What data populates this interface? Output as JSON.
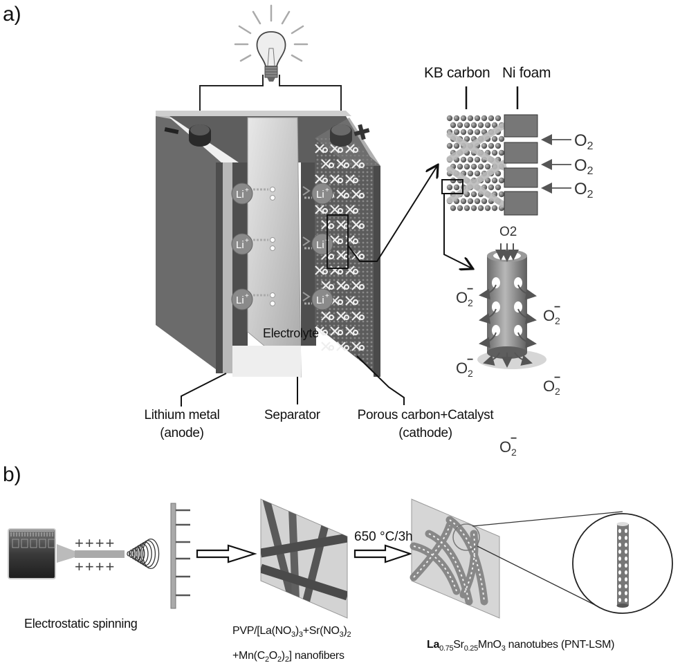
{
  "panels": {
    "a": {
      "label": "a)",
      "cell": {
        "negative_sign": "−",
        "positive_sign": "+",
        "ion_label": "Li",
        "ion_charge": "+",
        "electrolyte_label": "Electrolyte"
      },
      "callouts": {
        "anode_line1": "Lithium metal",
        "anode_line2": "(anode)",
        "separator": "Separator",
        "cathode_line1": "Porous carbon+Catalyst",
        "cathode_line2": "(cathode)"
      },
      "inset_electrode": {
        "kb_carbon": "KB carbon",
        "ni_foam": "Ni foam",
        "gas_inputs": [
          {
            "base": "O",
            "sub": "2"
          },
          {
            "base": "O",
            "sub": "2"
          },
          {
            "base": "O",
            "sub": "2"
          }
        ]
      },
      "inset_tube": {
        "input": {
          "base": "O",
          "sub": "2"
        },
        "outputs": [
          {
            "base": "O",
            "sub": "2",
            "sup": "−"
          },
          {
            "base": "O",
            "sub": "2",
            "sup": "−"
          },
          {
            "base": "O",
            "sub": "2",
            "sup": "−"
          },
          {
            "base": "O",
            "sub": "2",
            "sup": "−"
          },
          {
            "base": "O",
            "sub": "2",
            "sup": "−"
          }
        ]
      }
    },
    "b": {
      "label": "b)",
      "spinning": {
        "charges_top": "++++",
        "charges_bottom": "++++",
        "caption": "Electrostatic spinning"
      },
      "calcination": {
        "condition": "650 °C/3h"
      },
      "nanofibers_caption": {
        "line1_parts": [
          "PVP/[La(NO",
          "3",
          ")",
          "3",
          "+Sr(NO",
          "3",
          ")",
          "2"
        ],
        "line2_parts": [
          "+Mn(C",
          "2",
          "O",
          "2",
          ")",
          "2",
          "] nanofibers"
        ]
      },
      "nanotubes_caption": {
        "parts": [
          "La",
          "0.75",
          "Sr",
          "0.25",
          "MnO",
          "3",
          " nanotubes (PNT-LSM)"
        ]
      }
    }
  },
  "colors": {
    "background": "#ffffff",
    "dark_gray": "#5a5a5a",
    "mid_gray": "#8c8c8c",
    "light_gray": "#d9d9d9",
    "text": "#111111"
  }
}
